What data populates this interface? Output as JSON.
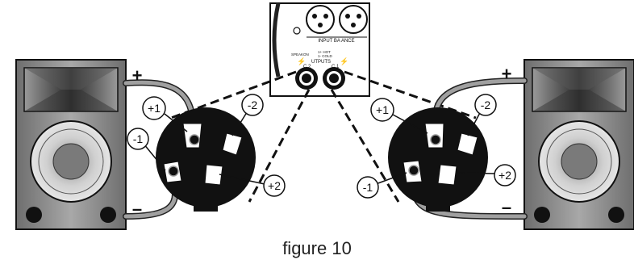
{
  "amp": {
    "input_label": "INPUT BA ANCE",
    "outputs_label": "UTPUTS",
    "speakon_label": "SPEAKON",
    "pin_legend_1": "1+ HOT",
    "pin_legend_2": "1- COLD",
    "ch2_label": "C 2",
    "ch1_label": "C 1"
  },
  "left_connector": {
    "pin_plus1": "+1",
    "pin_minus1": "-1",
    "pin_minus2": "-2",
    "pin_plus2": "+2"
  },
  "right_connector": {
    "pin_plus1": "+1",
    "pin_minus1": "-1",
    "pin_minus2": "-2",
    "pin_plus2": "+2"
  },
  "left_speaker": {
    "plus_terminal": "+",
    "minus_terminal": "–"
  },
  "right_speaker": {
    "plus_terminal": "+",
    "minus_terminal": "–"
  },
  "caption": "figure 10"
}
